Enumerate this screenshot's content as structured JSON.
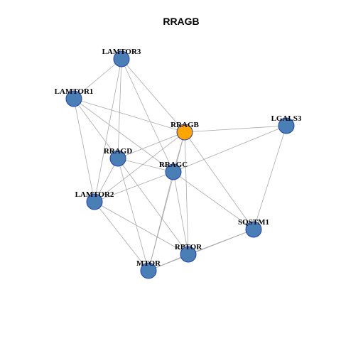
{
  "title": "RRAGB",
  "colors": {
    "node_default": "#4a7fb5",
    "node_highlight": "#ffa500",
    "node_border": "#1f3fb8",
    "edge": "#aaaaaa"
  },
  "nodes": [
    {
      "id": "LAMTOR3",
      "label": "LAMTOR3",
      "highlight": false
    },
    {
      "id": "LAMTOR1",
      "label": "LAMTOR1",
      "highlight": false
    },
    {
      "id": "RRAGB",
      "label": "RRAGB",
      "highlight": true
    },
    {
      "id": "LGALS3",
      "label": "LGALS3",
      "highlight": false
    },
    {
      "id": "RRAGD",
      "label": "RRAGD",
      "highlight": false
    },
    {
      "id": "RRAGC",
      "label": "RRAGC",
      "highlight": false
    },
    {
      "id": "LAMTOR2",
      "label": "LAMTOR2",
      "highlight": false
    },
    {
      "id": "SQSTM1",
      "label": "SQSTM1",
      "highlight": false
    },
    {
      "id": "RPTOR",
      "label": "RPTOR",
      "highlight": false
    },
    {
      "id": "MTOR",
      "label": "MTOR",
      "highlight": false
    }
  ],
  "edges": [
    [
      "LAMTOR3",
      "LAMTOR1"
    ],
    [
      "LAMTOR3",
      "RRAGB"
    ],
    [
      "LAMTOR3",
      "RRAGD"
    ],
    [
      "LAMTOR3",
      "RRAGC"
    ],
    [
      "LAMTOR3",
      "LAMTOR2"
    ],
    [
      "LAMTOR1",
      "RRAGB"
    ],
    [
      "LAMTOR1",
      "RRAGD"
    ],
    [
      "LAMTOR1",
      "RRAGC"
    ],
    [
      "LAMTOR1",
      "LAMTOR2"
    ],
    [
      "RRAGB",
      "LGALS3"
    ],
    [
      "RRAGB",
      "RRAGD"
    ],
    [
      "RRAGB",
      "LAMTOR2"
    ],
    [
      "RRAGB",
      "RRAGC"
    ],
    [
      "RRAGB",
      "RPTOR"
    ],
    [
      "RRAGB",
      "MTOR"
    ],
    [
      "RRAGB",
      "SQSTM1"
    ],
    [
      "LGALS3",
      "RRAGC"
    ],
    [
      "LGALS3",
      "SQSTM1"
    ],
    [
      "RRAGD",
      "RRAGC"
    ],
    [
      "RRAGD",
      "RPTOR"
    ],
    [
      "RRAGD",
      "MTOR"
    ],
    [
      "RRAGD",
      "LAMTOR2"
    ],
    [
      "RRAGC",
      "LAMTOR2"
    ],
    [
      "RRAGC",
      "RPTOR"
    ],
    [
      "RRAGC",
      "MTOR"
    ],
    [
      "RRAGC",
      "SQSTM1"
    ],
    [
      "LAMTOR2",
      "RPTOR"
    ],
    [
      "LAMTOR2",
      "MTOR"
    ],
    [
      "SQSTM1",
      "RPTOR"
    ],
    [
      "SQSTM1",
      "MTOR"
    ],
    [
      "RPTOR",
      "MTOR"
    ]
  ]
}
